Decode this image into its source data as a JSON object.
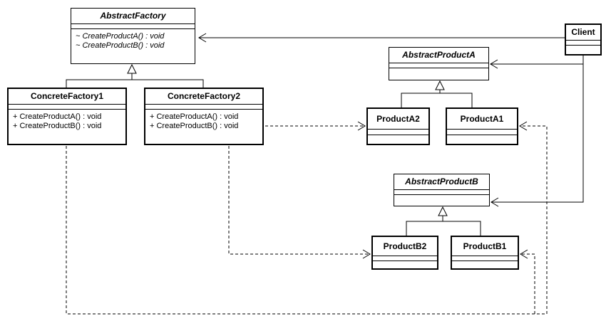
{
  "classes": {
    "abstract_factory": {
      "name": "AbstractFactory",
      "operations": [
        "~ CreateProductA() : void",
        "~ CreateProductB() : void"
      ]
    },
    "concrete_factory1": {
      "name": "ConcreteFactory1",
      "operations": [
        "+ CreateProductA() : void",
        "+ CreateProductB() : void"
      ]
    },
    "concrete_factory2": {
      "name": "ConcreteFactory2",
      "operations": [
        "+ CreateProductA() : void",
        "+ CreateProductB() : void"
      ]
    },
    "client": {
      "name": "Client"
    },
    "abstract_product_a": {
      "name": "AbstractProductA"
    },
    "abstract_product_b": {
      "name": "AbstractProductB"
    },
    "product_a2": {
      "name": "ProductA2"
    },
    "product_a1": {
      "name": "ProductA1"
    },
    "product_b2": {
      "name": "ProductB2"
    },
    "product_b1": {
      "name": "ProductB1"
    }
  },
  "relations": [
    {
      "from": "concrete_factory1",
      "to": "abstract_factory",
      "kind": "generalization"
    },
    {
      "from": "concrete_factory2",
      "to": "abstract_factory",
      "kind": "generalization"
    },
    {
      "from": "product_a2",
      "to": "abstract_product_a",
      "kind": "generalization"
    },
    {
      "from": "product_a1",
      "to": "abstract_product_a",
      "kind": "generalization"
    },
    {
      "from": "product_b2",
      "to": "abstract_product_b",
      "kind": "generalization"
    },
    {
      "from": "product_b1",
      "to": "abstract_product_b",
      "kind": "generalization"
    },
    {
      "from": "client",
      "to": "abstract_factory",
      "kind": "association"
    },
    {
      "from": "client",
      "to": "abstract_product_a",
      "kind": "association"
    },
    {
      "from": "client",
      "to": "abstract_product_b",
      "kind": "association"
    },
    {
      "from": "concrete_factory2",
      "to": "product_a2",
      "kind": "dependency"
    },
    {
      "from": "concrete_factory2",
      "to": "product_b2",
      "kind": "dependency"
    },
    {
      "from": "concrete_factory1",
      "to": "product_a1",
      "kind": "dependency"
    },
    {
      "from": "concrete_factory1",
      "to": "product_b1",
      "kind": "dependency"
    }
  ]
}
